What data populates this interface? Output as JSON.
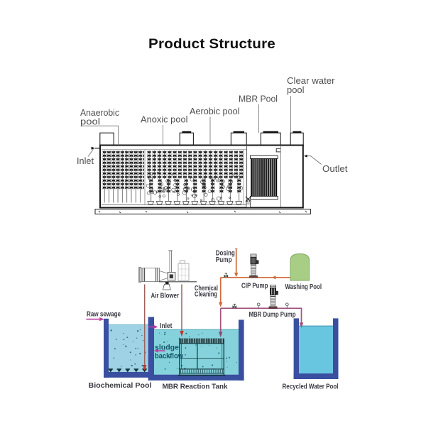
{
  "title": "Product Structure",
  "colors": {
    "wall": "#3a4fa0",
    "bio_water": "#9ed2e4",
    "mbr_water": "#85d2dc",
    "rec_water": "#69c6e0",
    "orange": "#d2693b",
    "purple": "#a2537f",
    "magenta": "#bc3f9f",
    "maroon": "#9b635c",
    "red_arrow": "#c0392b",
    "green_tank": "#a8cd85",
    "green_stroke": "#7fa863",
    "module": "#10343b",
    "label_text": "#3b3b44",
    "teal_text": "#14566b",
    "valve": "#3f4b3f"
  },
  "top_diagram": {
    "labels": {
      "anaerobic_1": "Anaerobic",
      "anaerobic_2": "pool",
      "anoxic": "Anoxic pool",
      "aerobic": "Aerobic pool",
      "mbr": "MBR Pool",
      "clear_1": "Clear water",
      "clear_2": "pool",
      "inlet": "Inlet",
      "outlet": "Outlet"
    }
  },
  "bottom_diagram": {
    "labels": {
      "raw_sewage": "Raw sewage",
      "air_blower": "Air Blower",
      "chemical_1": "Chemical",
      "chemical_2": "Cleaning",
      "dosing_1": "Dosing",
      "dosing_2": "Pump",
      "cip_pump": "CIP Pump",
      "washing_pool": "Washing Pool",
      "mbr_dump_pump": "MBR Dump Pump",
      "inlet": "Inlet",
      "sludge_1": "sludge",
      "sludge_2": "backflow",
      "biochemical_pool": "Biochemical Pool",
      "mbr_reaction_tank": "MBR Reaction Tank",
      "recycled_water_pool": "Recycled Water Pool"
    }
  }
}
